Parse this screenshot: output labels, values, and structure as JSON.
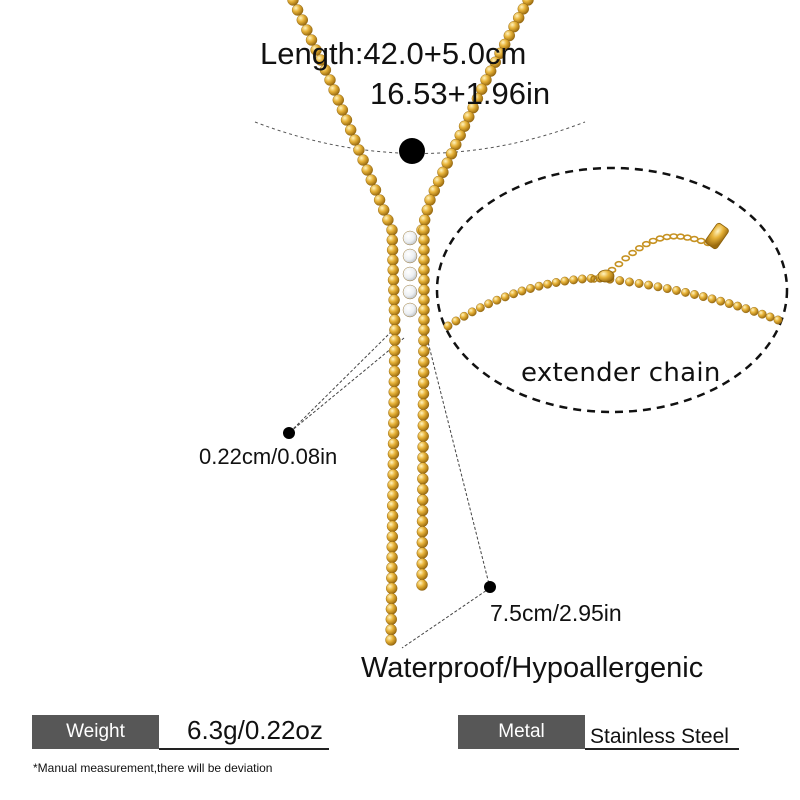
{
  "product": {
    "length_label": "Length:42.0+5.0cm",
    "length_in": "16.53+1.96in",
    "extender_label": "extender chain",
    "bead_size": "0.22cm/0.08in",
    "tassel_length": "7.5cm/2.95in",
    "features": "Waterproof/Hypoallergenic"
  },
  "specs": {
    "weight_label": "Weight",
    "weight_value": "6.3g/0.22oz",
    "metal_label": "Metal",
    "metal_value": "Stainless Steel"
  },
  "note": "*Manual measurement,there will be deviation",
  "colors": {
    "gold": "#e0b030",
    "gold_dark": "#a87812",
    "spec_box": "#575757"
  }
}
